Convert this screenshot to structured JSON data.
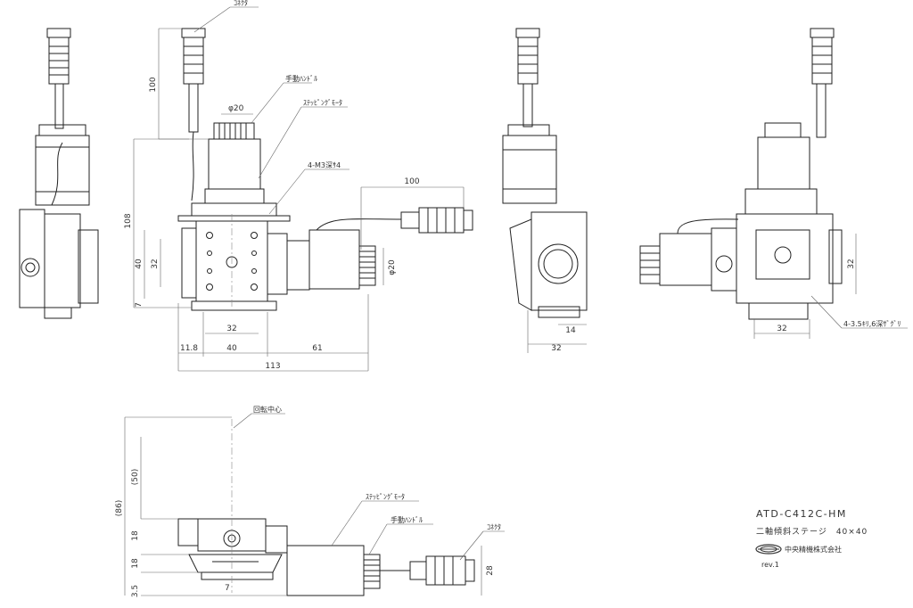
{
  "labels": {
    "connector_top": "ｺﾈｸﾀ",
    "manual_handle_top": "手動ﾊﾝﾄﾞﾙ",
    "stepping_motor_top": "ｽﾃｯﾋﾟﾝｸﾞﾓｰﾀ",
    "tap_m3": "4-M3深ｻ4",
    "counterbore": "4-3.5ｷﾘ,6深ｻﾞｸﾞﾘ",
    "rotation_center": "回転中心",
    "stepping_motor_bottom": "ｽﾃｯﾋﾟﾝｸﾞﾓｰﾀ",
    "manual_handle_bottom": "手動ﾊﾝﾄﾞﾙ",
    "connector_bottom": "ｺﾈｸﾀ"
  },
  "dims": {
    "d100_vertical": "100",
    "phi20_top": "φ20",
    "d108": "108",
    "d40_left": "40",
    "d32_left": "32",
    "d7_left": "7",
    "d100_horizontal": "100",
    "phi20_right": "φ20",
    "d32_plate": "32",
    "d11_8": "11.8",
    "d40_bottom": "40",
    "d61": "61",
    "d113": "113",
    "d14": "14",
    "d32_side": "32",
    "d32_rear_right": "32",
    "d32_rear_bottom": "32",
    "d50": "(50)",
    "d86": "(86)",
    "d18_upper": "18",
    "d18_lower": "18",
    "d3_5": "3.5",
    "d7_bottom": "7",
    "d28": "28"
  },
  "title_block": {
    "model": "ATD-C412C-HM",
    "description": "二軸傾斜ステージ　40×40",
    "company": "中央精機株式会社",
    "revision": "rev.1"
  }
}
